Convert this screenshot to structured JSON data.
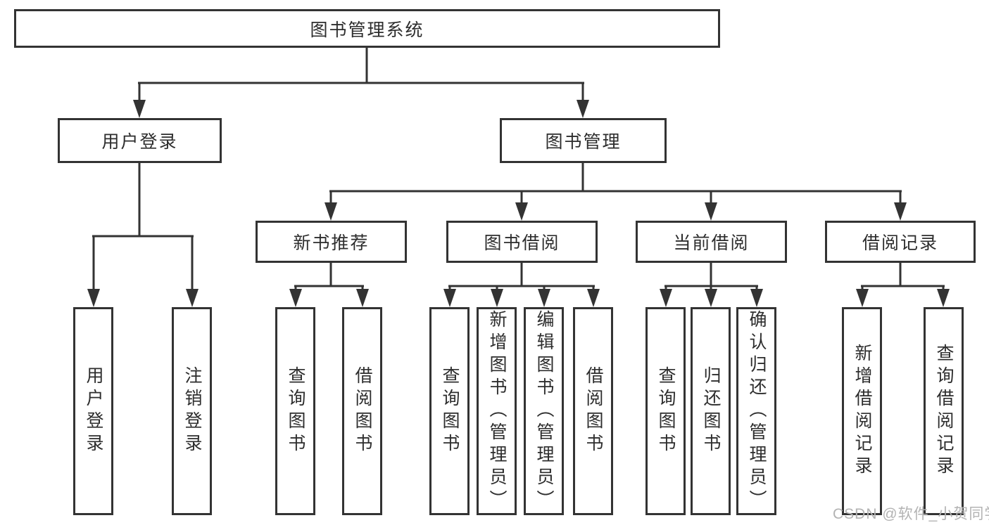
{
  "diagram_title": "图书管理系统",
  "watermark": "CSDN @软件_小贺同学",
  "colors": {
    "line": "#333333",
    "border": "#333333",
    "text": "#2d2d2d",
    "background": "#ffffff",
    "watermark": "#b3b3b3"
  },
  "nodes": {
    "root": "图书管理系统",
    "level2": [
      "用户登录",
      "图书管理"
    ],
    "level3": [
      "新书推荐",
      "图书借阅",
      "当前借阅",
      "借阅记录"
    ],
    "leaves_user_login": [
      "用户登录",
      "注销登录"
    ],
    "leaves_new_book": [
      "查询图书",
      "借阅图书"
    ],
    "leaves_book_borrow": [
      "查询图书",
      "新增图书（管理员）",
      "编辑图书（管理员）",
      "借阅图书"
    ],
    "leaves_current_borrow": [
      "查询图书",
      "归还图书",
      "确认归还（管理员）"
    ],
    "leaves_records": [
      "新增借阅记录",
      "查询借阅记录"
    ]
  },
  "hierarchy": [
    {
      "parent": "图书管理系统",
      "children": [
        "用户登录",
        "图书管理"
      ]
    },
    {
      "parent": "用户登录",
      "children": [
        "用户登录",
        "注销登录"
      ]
    },
    {
      "parent": "图书管理",
      "children": [
        "新书推荐",
        "图书借阅",
        "当前借阅",
        "借阅记录"
      ]
    },
    {
      "parent": "新书推荐",
      "children": [
        "查询图书",
        "借阅图书"
      ]
    },
    {
      "parent": "图书借阅",
      "children": [
        "查询图书",
        "新增图书（管理员）",
        "编辑图书（管理员）",
        "借阅图书"
      ]
    },
    {
      "parent": "当前借阅",
      "children": [
        "查询图书",
        "归还图书",
        "确认归还（管理员）"
      ]
    },
    {
      "parent": "借阅记录",
      "children": [
        "新增借阅记录",
        "查询借阅记录"
      ]
    }
  ]
}
